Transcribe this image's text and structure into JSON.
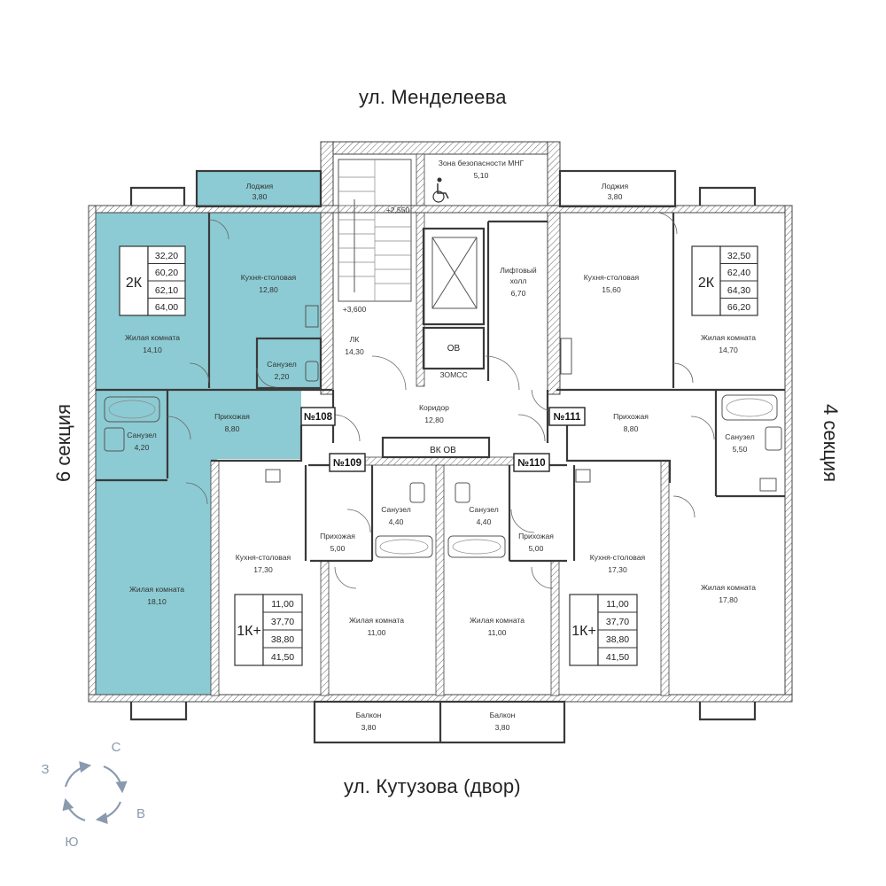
{
  "streets": {
    "north": "ул. Менделеева",
    "south": "ул. Кутузова (двор)"
  },
  "sections": {
    "left": "6 секция",
    "right": "4 секция"
  },
  "compass": {
    "n": "С",
    "e": "В",
    "s": "Ю",
    "w": "З"
  },
  "colors": {
    "highlight": "#8ccbd3",
    "wall": "#3a3a3a",
    "compass": "#8a9aae"
  },
  "rooms": {
    "loggia_left": {
      "name": "Лоджия",
      "area": "3,80"
    },
    "kitchen_108": {
      "name": "Кухня-столовая",
      "area": "12,80"
    },
    "living_108a": {
      "name": "Жилая комната",
      "area": "14,10"
    },
    "bath_108a": {
      "name": "Санузел",
      "area": "2,20"
    },
    "hall_108": {
      "name": "Прихожая",
      "area": "8,80"
    },
    "bath_108b": {
      "name": "Санузел",
      "area": "4,20"
    },
    "living_108b": {
      "name": "Жилая комната",
      "area": "18,10"
    },
    "safety_zone": {
      "name": "Зона безопасности МНГ",
      "area": "5,10"
    },
    "lk": {
      "name": "ЛК",
      "area": "14,30"
    },
    "lift_hall": {
      "name1": "Лифтовый",
      "name2": "холл",
      "area": "6,70"
    },
    "ov": {
      "name": "ОВ"
    },
    "corridor": {
      "name": "Коридор",
      "area": "12,80"
    },
    "vk_ov": {
      "name": "ВК ОВ"
    },
    "loggia_right": {
      "name": "Лоджия",
      "area": "3,80"
    },
    "kitchen_111": {
      "name": "Кухня-столовая",
      "area": "15,60"
    },
    "living_111a": {
      "name": "Жилая комната",
      "area": "14,70"
    },
    "hall_111": {
      "name": "Прихожая",
      "area": "8,80"
    },
    "bath_111": {
      "name": "Санузел",
      "area": "5,50"
    },
    "living_111b": {
      "name": "Жилая комната",
      "area": "17,80"
    },
    "kitchen_109": {
      "name": "Кухня-столовая",
      "area": "17,30"
    },
    "hall_109": {
      "name": "Прихожая",
      "area": "5,00"
    },
    "bath_109": {
      "name": "Санузел",
      "area": "4,40"
    },
    "living_109": {
      "name": "Жилая комната",
      "area": "11,00"
    },
    "balcony_109": {
      "name": "Балкон",
      "area": "3,80"
    },
    "bath_110": {
      "name": "Санузел",
      "area": "4,40"
    },
    "hall_110": {
      "name": "Прихожая",
      "area": "5,00"
    },
    "living_110": {
      "name": "Жилая комната",
      "area": "11,00"
    },
    "kitchen_110": {
      "name": "Кухня-столовая",
      "area": "17,30"
    },
    "balcony_110": {
      "name": "Балкон",
      "area": "3,80"
    }
  },
  "marks": {
    "level_top": "+2,550",
    "level_bottom": "+3,600",
    "zone_mark": "ЗОМСС"
  },
  "apartments": {
    "a108": {
      "number": "№108",
      "type": "2К",
      "areas": [
        "32,20",
        "60,20",
        "62,10",
        "64,00"
      ]
    },
    "a109": {
      "number": "№109",
      "type": "1К+",
      "areas": [
        "11,00",
        "37,70",
        "38,80",
        "41,50"
      ]
    },
    "a110": {
      "number": "№110",
      "type": "1К+",
      "areas": [
        "11,00",
        "37,70",
        "38,80",
        "41,50"
      ]
    },
    "a111": {
      "number": "№111",
      "type": "2К",
      "areas": [
        "32,50",
        "62,40",
        "64,30",
        "66,20"
      ]
    }
  }
}
